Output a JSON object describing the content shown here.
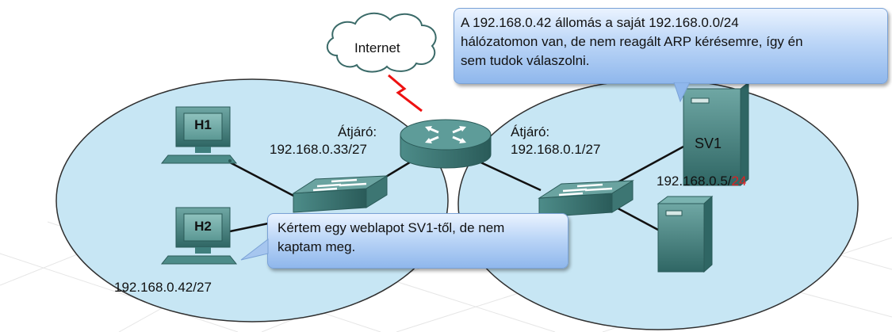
{
  "cloud": {
    "label": "Internet"
  },
  "hosts": [
    {
      "id": "H1",
      "label": "H1"
    },
    {
      "id": "H2",
      "label": "H2",
      "ip": "192.168.0.42/27"
    }
  ],
  "gateway_left": {
    "title": "Átjáró:",
    "ip": "192.168.0.33/27"
  },
  "gateway_right": {
    "title": "Átjáró:",
    "ip": "192.168.0.1/27"
  },
  "server": {
    "label": "SV1",
    "ip_prefix": "192.168.0.5/",
    "ip_mask": "24",
    "mask_color": "#e02020"
  },
  "callout_server": {
    "line1": "A 192.168.0.42 állomás a saját 192.168.0.0/24",
    "line2": "hálózatomon van, de nem reagált ARP kérésemre, így én",
    "line3": "sem tudok válaszolni."
  },
  "callout_host": {
    "line1": "Kértem egy weblapot SV1-től, de nem",
    "line2": "kaptam meg."
  },
  "colors": {
    "network_fill": "#c7e6f4",
    "network_stroke": "#2f2f2f",
    "device": "#3f7f7d",
    "link": "#111111",
    "wan_link": "#ee1111"
  }
}
